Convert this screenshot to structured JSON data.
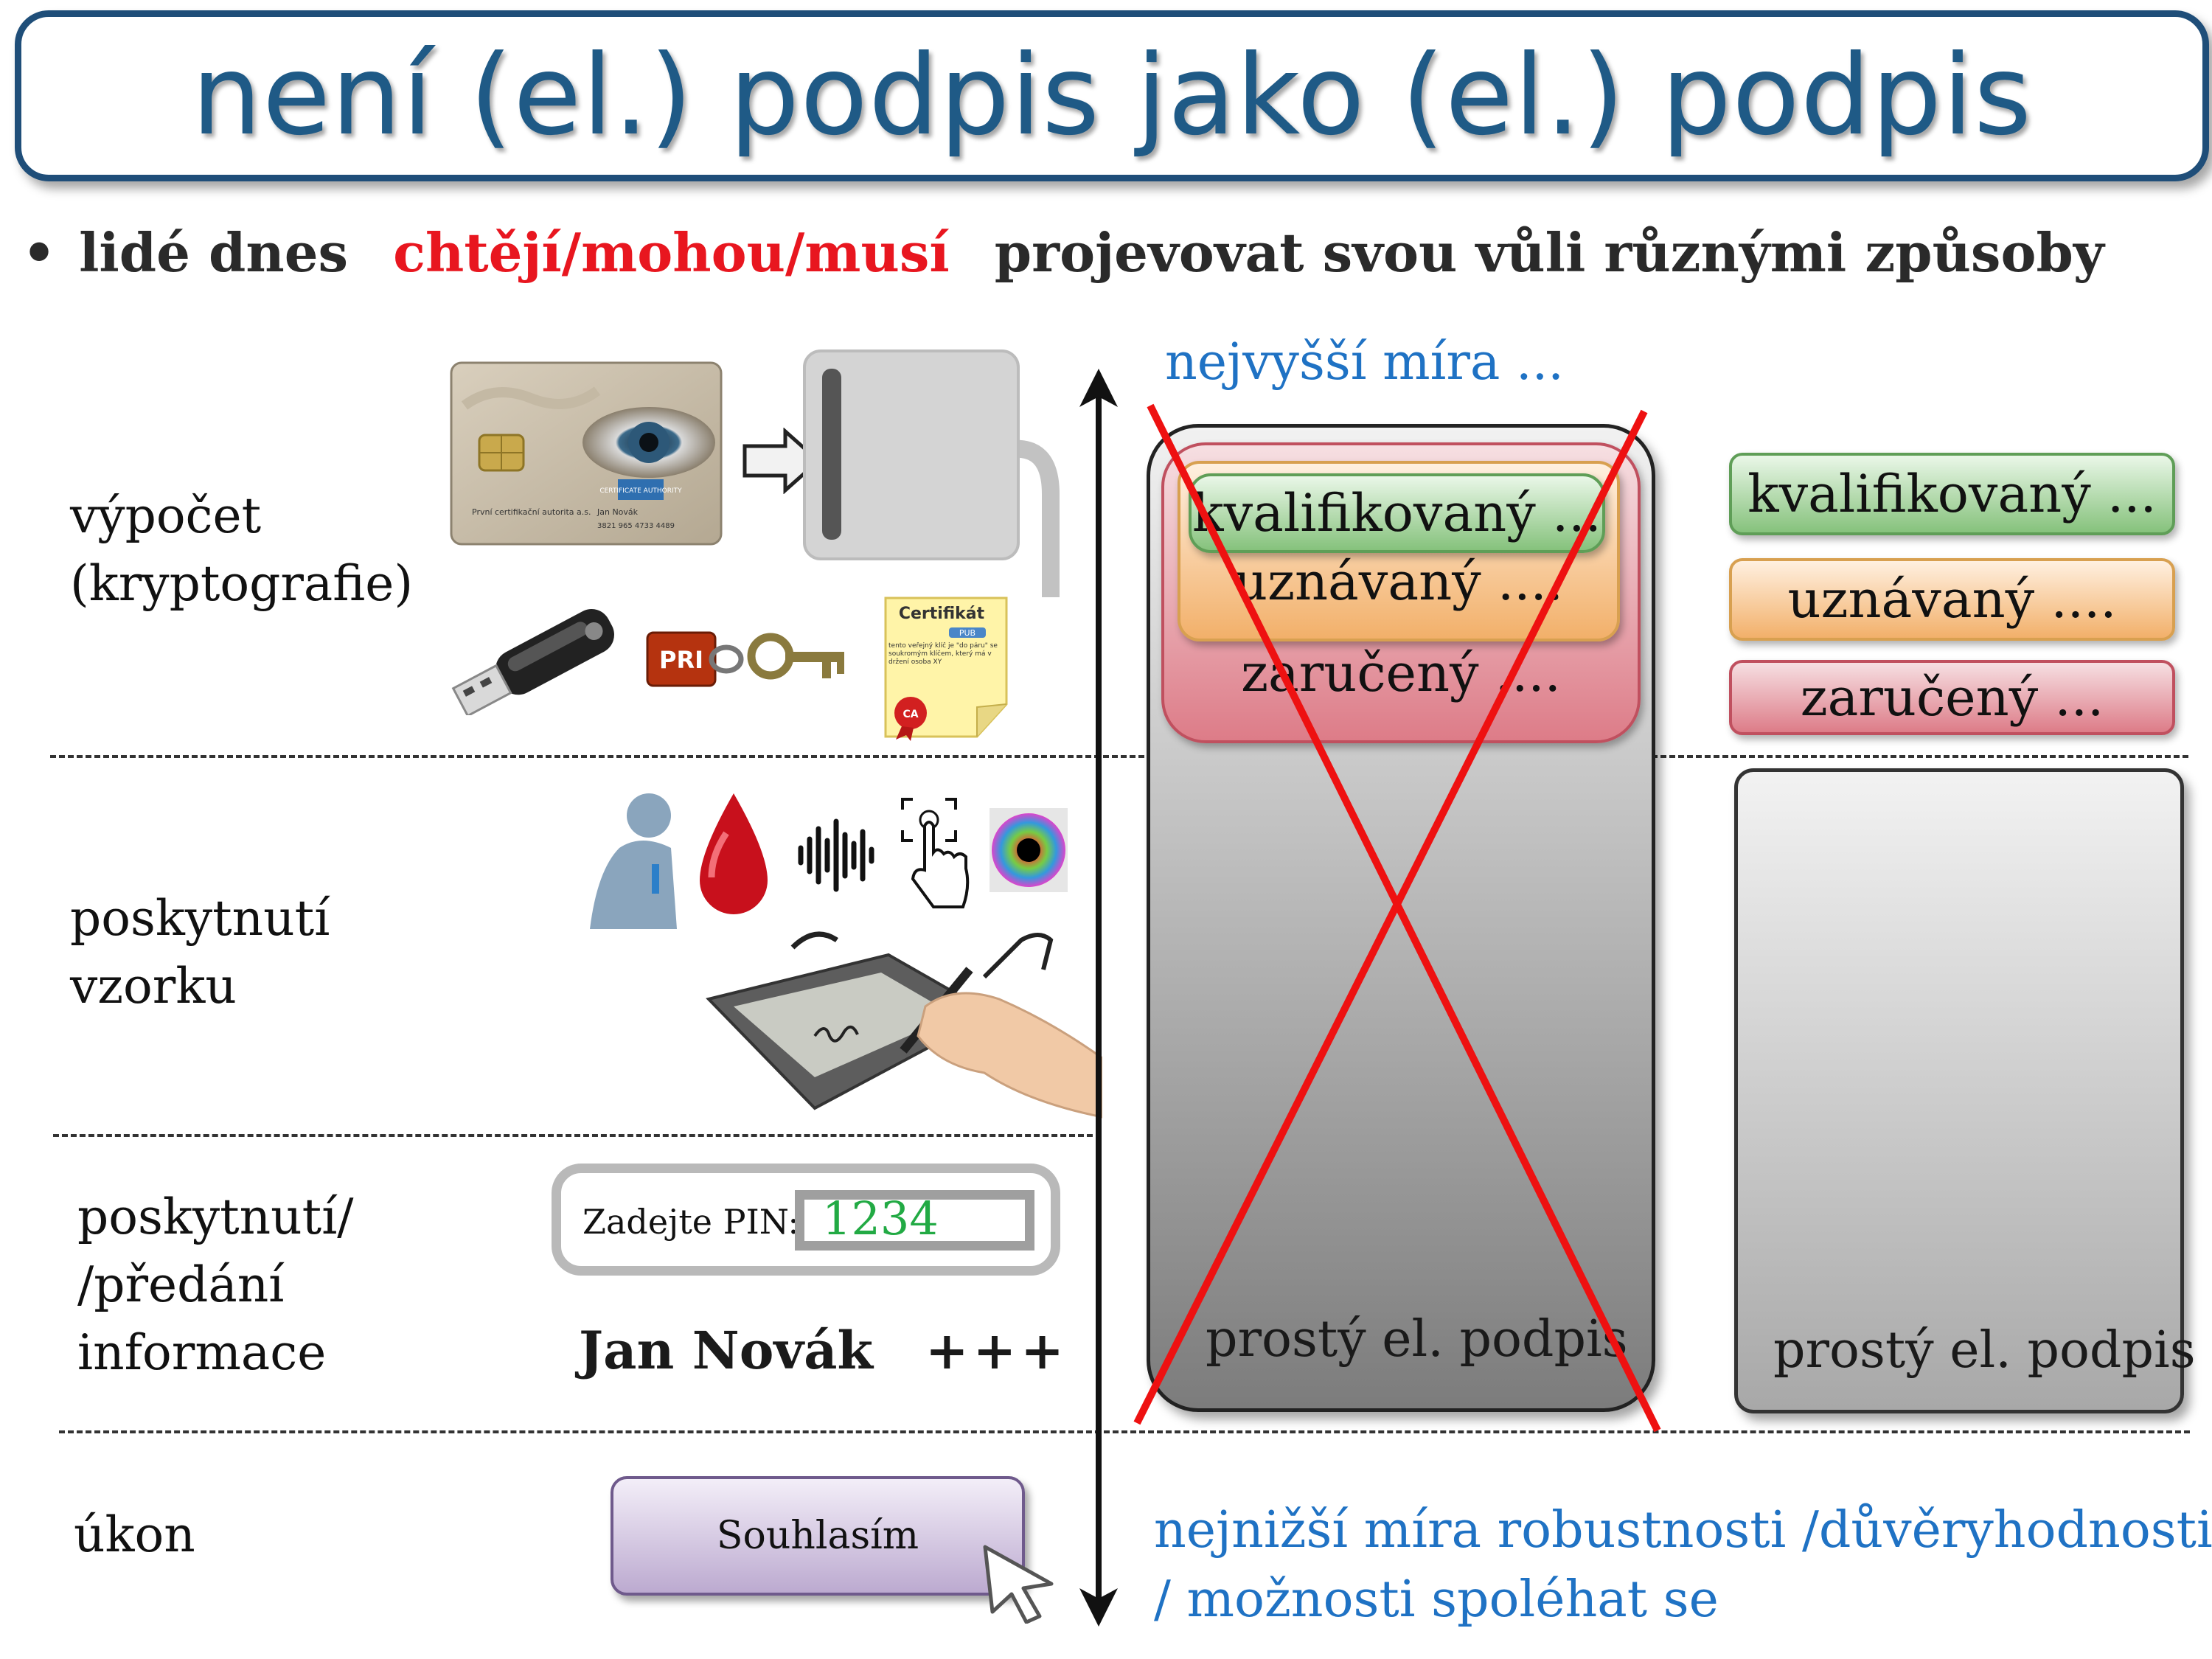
{
  "title": "není (el.) podpis jako (el.) podpis",
  "bullet": {
    "prefix": "lidé dnes",
    "highlight": "chtějí/mohou/musí",
    "suffix": "projevovat svou vůli různými způsoby"
  },
  "rows": {
    "vypocet": "výpočet\n(kryptografie)",
    "vzorek": "poskytnutí\nvzorku",
    "informace": "poskytnutí/\n/předání\ninformace",
    "ukon": "úkon"
  },
  "card": {
    "issuer": "První certifikační autorita a.s.",
    "name": "Jan Novák",
    "number": "3821 965 4733 4489",
    "logo": "CERTIFICATE AUTHORITY"
  },
  "pri_label": "PRI",
  "certificate": {
    "title": "Certifikát",
    "pub_tag": "PUB",
    "text": "tento veřejný klíč je \"do páru\" se soukromým klíčem, který má v držení osoba XY",
    "seal": "CA"
  },
  "pin": {
    "label": "Zadejte PIN:",
    "value": "1234"
  },
  "signature_name": "Jan Novák",
  "plus_signs": "+++",
  "agree_button": "Souhlasím",
  "axis": {
    "top": "nejvyšší míra ...",
    "bottom_line1": "nejnižší míra robustnosti /důvěryhodnosti",
    "bottom_line2": "/ možnosti spoléhat se"
  },
  "left_stack": {
    "qualified": "kvalifikovaný ...",
    "recognized": "uznávaný ....",
    "guaranteed": "zaručený ....",
    "simple": "prostý el. podpis"
  },
  "right_stack": {
    "qualified": "kvalifikovaný ...",
    "recognized": "uznávaný ....",
    "guaranteed": "zaručený ...",
    "simple": "prostý el. podpis"
  },
  "colors": {
    "title": "#1f5a86",
    "highlight": "#e8161f",
    "blue_text": "#1f72c4",
    "cross": "#ee1111",
    "pin_value": "#22aa44"
  }
}
